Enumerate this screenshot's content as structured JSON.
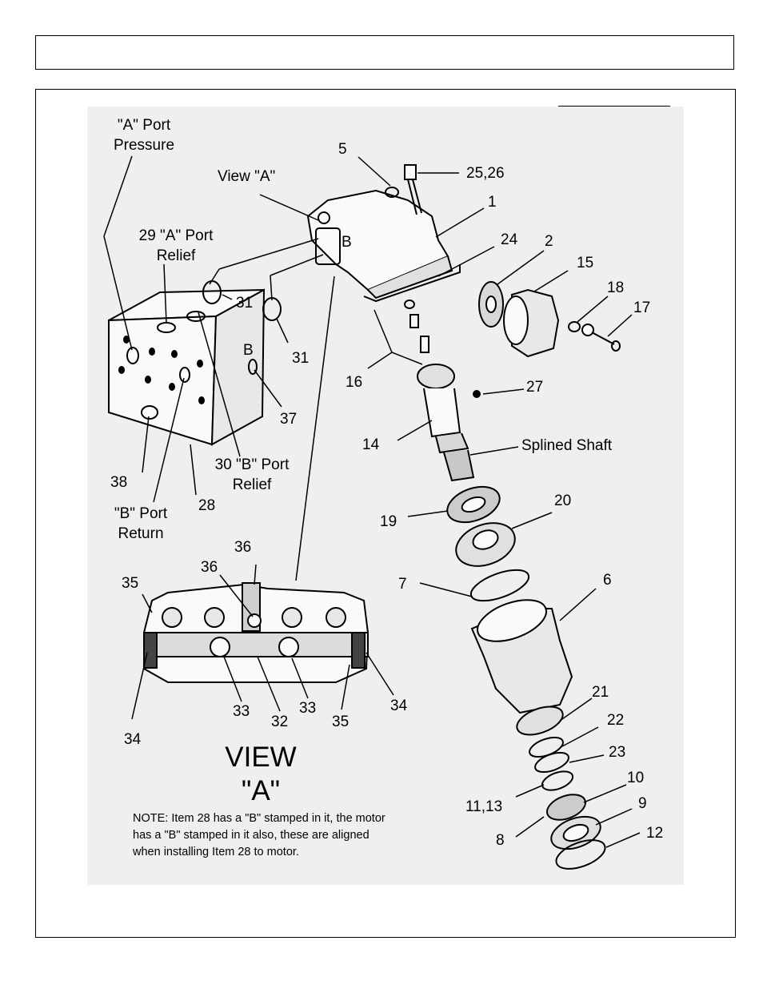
{
  "labels": {
    "a_port_pressure_1": "\"A\" Port",
    "a_port_pressure_2": "Pressure",
    "view_a_callout": "View \"A\"",
    "p5": "5",
    "p25_26": "25,26",
    "p1": "1",
    "p24": "24",
    "p2": "2",
    "p15": "15",
    "p18": "18",
    "p17": "17",
    "a_port_relief_1": "29 \"A\" Port",
    "a_port_relief_2": "Relief",
    "p31a": "31",
    "p31b": "31",
    "b_block": "B",
    "b_head": "B",
    "p37": "37",
    "p16": "16",
    "p27": "27",
    "p14": "14",
    "splined_shaft": "Splined Shaft",
    "b_port_relief_1": "30 \"B\" Port",
    "b_port_relief_2": "Relief",
    "p38": "38",
    "p28": "28",
    "b_port_return_1": "\"B\" Port",
    "b_port_return_2": "Return",
    "p19": "19",
    "p20": "20",
    "p36a": "36",
    "p36b": "36",
    "p35a": "35",
    "p7": "7",
    "p6": "6",
    "p33a": "33",
    "p33b": "33",
    "p34a": "34",
    "p34b": "34",
    "p32": "32",
    "p35b": "35",
    "p21": "21",
    "p22": "22",
    "p23": "23",
    "p10": "10",
    "p11_13": "11,13",
    "p9": "9",
    "p8": "8",
    "p12": "12"
  },
  "view_title_1": "VIEW",
  "view_title_2": "\"A\"",
  "note": "NOTE: Item 28 has a \"B\" stamped in it, the motor has a \"B\" stamped in it also, these are aligned when installing Item 28 to motor."
}
